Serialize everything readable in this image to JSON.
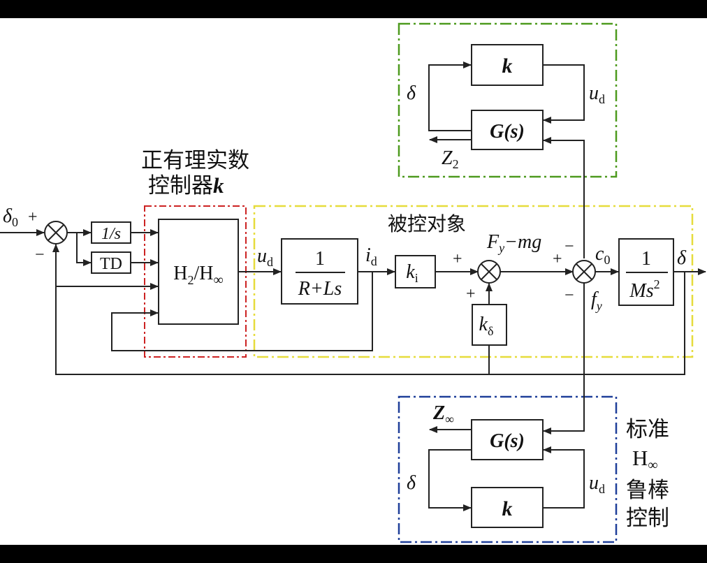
{
  "colors": {
    "background_bar": "#000000",
    "canvas": "#ffffff",
    "ink": "#222222",
    "green_frame": "#4d9a1e",
    "yellow_frame": "#e6dc3c",
    "red_frame": "#cc2222",
    "blue_frame": "#1f3f99"
  },
  "labels": {
    "controller_title_line1": "正有理实数",
    "controller_title_line2": "控制器",
    "controller_title_k": "k",
    "plant_title": "被控对象",
    "standard_line1": "标准",
    "standard_line3": "鲁棒",
    "standard_line4": "控制"
  },
  "blocks": {
    "integrator": "1/s",
    "td": "TD",
    "controller_h2": "H",
    "controller_h2_sub": "2",
    "controller_slash": "/H",
    "controller_inf_sub": "∞",
    "electrical_num": "1",
    "electrical_den": "R+Ls",
    "ki": "k",
    "ki_sub": "i",
    "kdelta": "k",
    "kdelta_sub": "δ",
    "mech_num": "1",
    "mech_den": "Ms",
    "mech_den_sup": "2",
    "top_k": "k",
    "top_g": "G(s)",
    "bottom_k": "k",
    "bottom_g": "G(s)"
  },
  "signals": {
    "delta0": "δ",
    "delta0_sub": "0",
    "plus": "+",
    "minus": "−",
    "ud": "u",
    "ud_sub": "d",
    "id": "i",
    "id_sub": "d",
    "fy_mg": "F",
    "fy_mg_sub": "y",
    "fy_mg_rest": "−mg",
    "c0": "c",
    "c0_sub": "0",
    "delta_out": "δ",
    "fy_small": "f",
    "fy_small_sub": "y",
    "top_delta": "δ",
    "top_ud": "u",
    "top_ud_sub": "d",
    "z2": "Z",
    "z2_sub": "2",
    "bottom_delta": "δ",
    "bottom_ud": "u",
    "bottom_ud_sub": "d",
    "zinf": "Z",
    "zinf_sub": "∞",
    "hinf": "H",
    "hinf_sub": "∞"
  }
}
